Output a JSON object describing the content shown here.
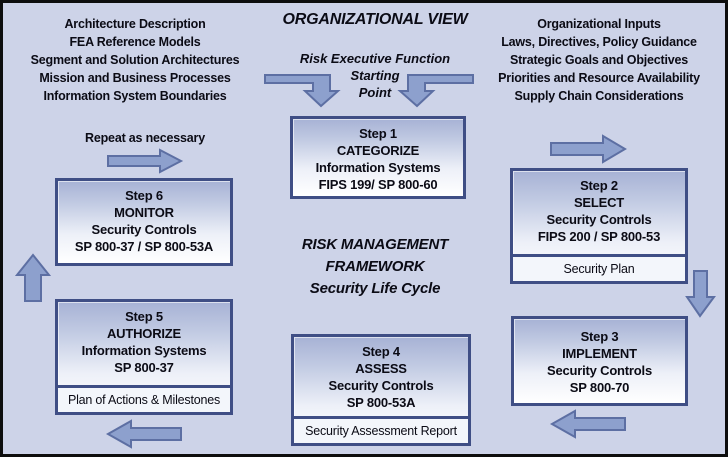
{
  "diagram_title": "ORGANIZATIONAL VIEW",
  "colors": {
    "background": "#cdd3e8",
    "box_border": "#3f4e85",
    "box_gradient_top": "#a7b2d5",
    "box_gradient_bottom": "#ffffff",
    "artifact_background": "#f3f6fb",
    "arrow_fill": "#8da0cd",
    "arrow_stroke": "#5d6fa3",
    "text": "#0b0b15",
    "outer_border": "#0d0d0d"
  },
  "header": {
    "left_block": {
      "lines": [
        "Architecture Description",
        "FEA Reference Models",
        "Segment and Solution Architectures",
        "Mission and Business Processes",
        "Information System Boundaries"
      ]
    },
    "center_title": "ORGANIZATIONAL VIEW",
    "risk_executive": {
      "lines": [
        "Risk Executive Function",
        "Starting",
        "Point"
      ]
    },
    "right_block": {
      "lines": [
        "Organizational Inputs",
        "Laws, Directives, Policy Guidance",
        "Strategic Goals and Objectives",
        "Priorities and Resource Availability",
        "Supply Chain Considerations"
      ]
    }
  },
  "center": {
    "rmf_title": {
      "lines": [
        "RISK MANAGEMENT",
        "FRAMEWORK",
        "Security Life Cycle"
      ]
    }
  },
  "repeat_label": "Repeat as necessary",
  "steps": [
    {
      "step_label": "Step 1",
      "action": "CATEGORIZE",
      "target": "Information Systems",
      "reference": "FIPS 199/ SP 800-60",
      "artifact": null
    },
    {
      "step_label": "Step 2",
      "action": "SELECT",
      "target": "Security Controls",
      "reference": "FIPS 200 / SP 800-53",
      "artifact": "Security Plan"
    },
    {
      "step_label": "Step 3",
      "action": "IMPLEMENT",
      "target": "Security Controls",
      "reference": "SP 800-70",
      "artifact": null
    },
    {
      "step_label": "Step 4",
      "action": "ASSESS",
      "target": "Security Controls",
      "reference": "SP 800-53A",
      "artifact": "Security Assessment Report"
    },
    {
      "step_label": "Step 5",
      "action": "AUTHORIZE",
      "target": "Information Systems",
      "reference": "SP 800-37",
      "artifact": "Plan of Actions & Milestones"
    },
    {
      "step_label": "Step 6",
      "action": "MONITOR",
      "target": "Security Controls",
      "reference": "SP 800-37 / SP 800-53A",
      "artifact": null
    }
  ],
  "arrows": [
    {
      "name": "elbow-down-arrow-left",
      "direction": "down",
      "from": "Architecture Description",
      "to": "Step 1"
    },
    {
      "name": "elbow-down-arrow-right",
      "direction": "down",
      "from": "Organizational Inputs",
      "to": "Step 1"
    },
    {
      "name": "right-arrow-top-right",
      "direction": "right",
      "from": "Organizational Inputs",
      "to": "Step 2"
    },
    {
      "name": "down-arrow-right-edge",
      "direction": "down",
      "from": "Step 2",
      "to": "Step 3"
    },
    {
      "name": "left-arrow-bottom-right",
      "direction": "left",
      "from": "Step 3",
      "to": "Step 4"
    },
    {
      "name": "left-arrow-bottom-left",
      "direction": "left",
      "from": "Step 4",
      "to": "Step 5"
    },
    {
      "name": "up-arrow-left-edge",
      "direction": "up",
      "from": "Step 5",
      "to": "Step 6"
    },
    {
      "name": "repeat-arrow",
      "direction": "right",
      "from": "Step 6",
      "to": "Step 1"
    }
  ]
}
